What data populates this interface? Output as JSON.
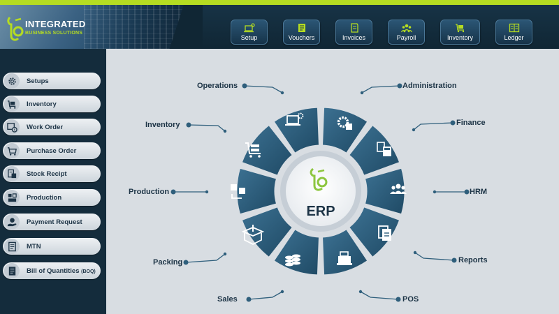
{
  "brand": {
    "name": "INTEGRATED",
    "tagline": "BUSINESS SOLUTIONS"
  },
  "topnav": [
    {
      "label": "Setup",
      "icon": "setup-icon"
    },
    {
      "label": "Vouchers",
      "icon": "voucher-icon"
    },
    {
      "label": "Invoices",
      "icon": "invoice-icon"
    },
    {
      "label": "Payroll",
      "icon": "payroll-icon"
    },
    {
      "label": "Inventory",
      "icon": "inventory-cart-icon"
    },
    {
      "label": "Ledger",
      "icon": "ledger-icon"
    }
  ],
  "sidebar": [
    {
      "label": "Setups",
      "icon": "gear-icon"
    },
    {
      "label": "Inventory",
      "icon": "cart-icon"
    },
    {
      "label": "Work Order",
      "icon": "work-order-icon"
    },
    {
      "label": "Purchase Order",
      "icon": "purchase-cart-icon"
    },
    {
      "label": "Stock Recipt",
      "icon": "stock-receipt-icon"
    },
    {
      "label": "Production",
      "icon": "production-icon"
    },
    {
      "label": "Payment Request",
      "icon": "payment-hand-icon"
    },
    {
      "label": "MTN",
      "icon": "document-icon"
    },
    {
      "label": "Bill of Quantities",
      "label_suffix": "(BOQ)",
      "icon": "bill-icon"
    }
  ],
  "hub": {
    "label": "ERP",
    "logo": "tbs-logo-icon"
  },
  "modules": {
    "operations": "Operations",
    "administration": "Administration",
    "finance": "Finance",
    "hrm": "HRM",
    "reports": "Reports",
    "pos": "POS",
    "sales": "Sales",
    "packing": "Packing",
    "production": "Production",
    "inventory": "Inventory"
  },
  "colors": {
    "accent": "#b5dc22",
    "navy": "#1d3446",
    "segment": "#2f5f7c",
    "background": "#d8dde2"
  }
}
